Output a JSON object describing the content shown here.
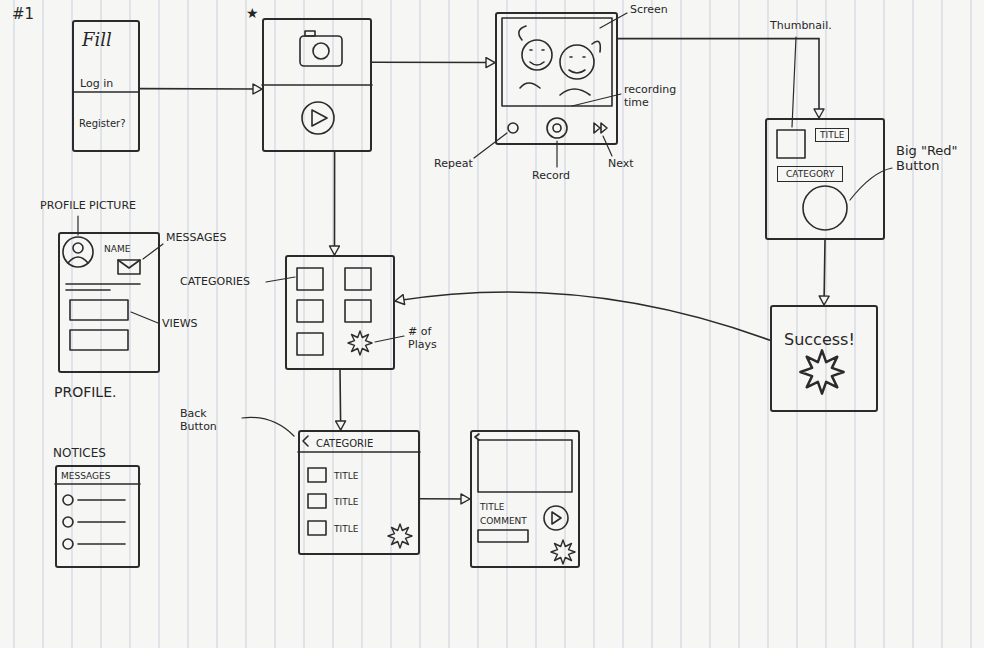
{
  "diagram": {
    "nodes": [
      {
        "text": [
          "Fill",
          "Log in",
          "Register?"
        ]
      },
      {
        "text": [
          "★"
        ]
      },
      {
        "text": []
      },
      {
        "text": [
          "TITLE",
          "CATEGORY"
        ]
      },
      {
        "text": [
          "NAME",
          "PROFILE."
        ]
      },
      {
        "text": []
      },
      {
        "text": [
          "Success!"
        ]
      },
      {
        "text": [
          "NOTICES",
          "MESSAGES"
        ]
      },
      {
        "text": [
          "CATEGORIE",
          "TITLE",
          "TITLE",
          "TITLE"
        ]
      },
      {
        "text": [
          "TITLE",
          "COMMENT"
        ]
      }
    ],
    "edges": [
      {
        "from": 0,
        "to": 1,
        "arrow": "to"
      },
      {
        "from": 1,
        "to": 2,
        "arrow": "to"
      },
      {
        "from": 2,
        "to": 3,
        "arrow": "to"
      },
      {
        "from": 3,
        "to": 6,
        "arrow": "to"
      },
      {
        "from": 6,
        "to": 5,
        "arrow": "to"
      },
      {
        "from": 1,
        "to": 5,
        "arrow": "to"
      },
      {
        "from": 5,
        "to": 8,
        "arrow": "to"
      },
      {
        "from": 8,
        "to": 9,
        "arrow": "to"
      }
    ],
    "labels": [
      "#1",
      "Screen",
      "recording time",
      "Repeat",
      "Record",
      "Next",
      "Thumbnail.",
      "Big \"Red\" Button",
      "PROFILE PICTURE",
      "MESSAGES",
      "VIEWS",
      "CATEGORIES",
      "# of Plays",
      "Back Button"
    ]
  }
}
